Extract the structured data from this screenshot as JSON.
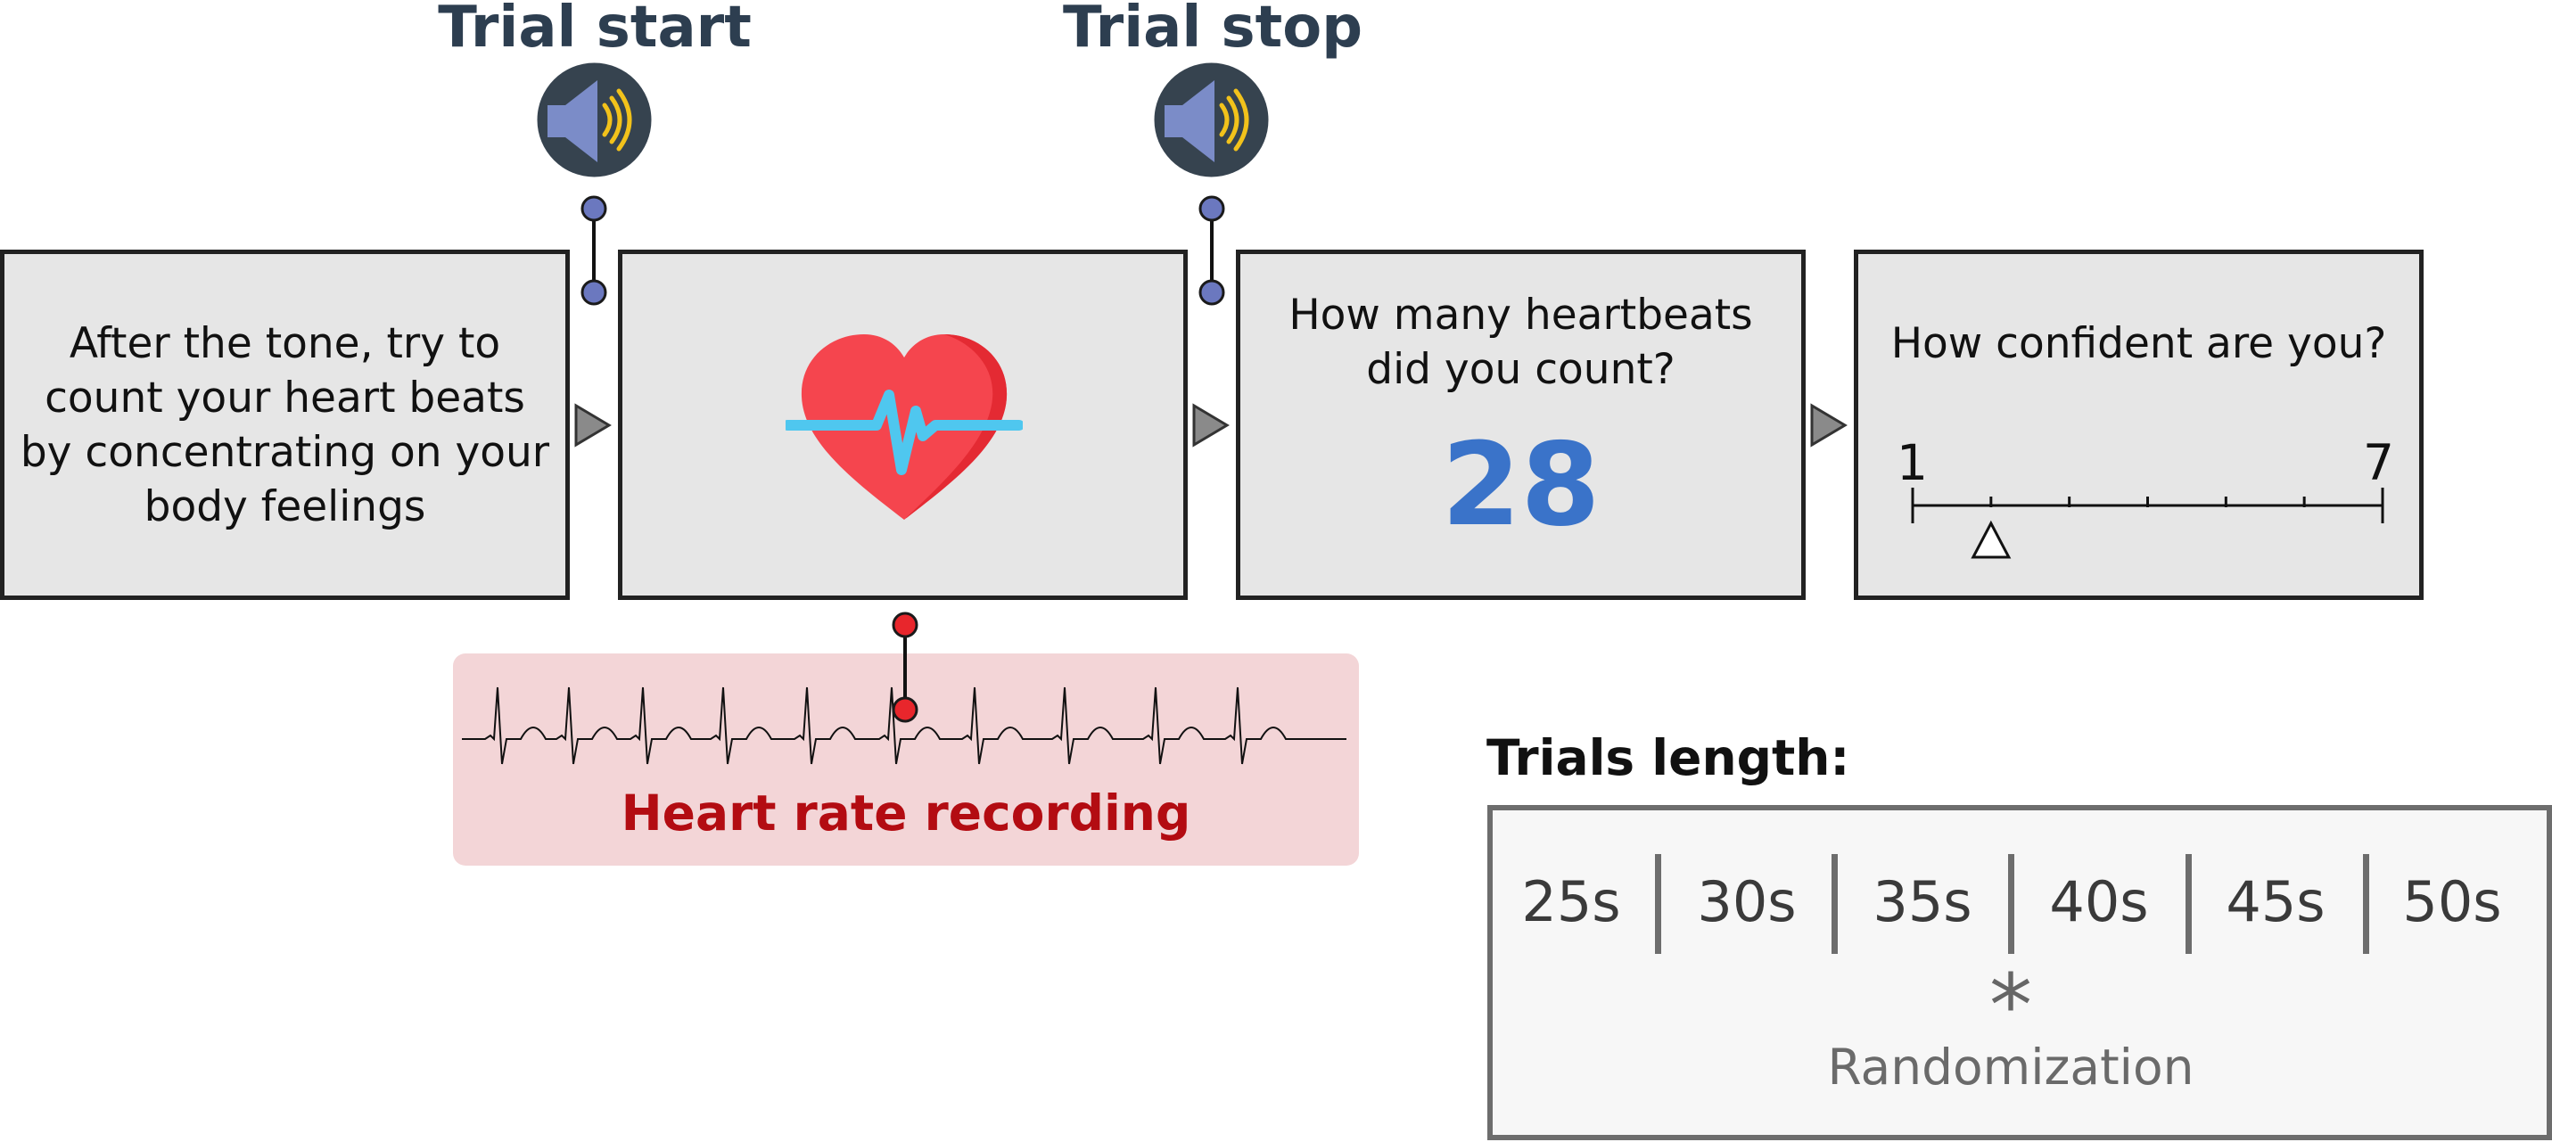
{
  "events": {
    "start_label": "Trial start",
    "stop_label": "Trial stop"
  },
  "panels": {
    "instruction_text": "After the tone, try to\ncount your heart beats\nby concentrating on your\nbody feelings",
    "count_question": "How many heartbeats\ndid you count?",
    "count_answer": "28",
    "confidence_question": "How confident are you?",
    "scale_min": "1",
    "scale_max": "7",
    "scale_selected": 2
  },
  "recording": {
    "label": "Heart rate recording"
  },
  "trials": {
    "title": "Trials length:",
    "lengths": [
      "25s",
      "30s",
      "35s",
      "40s",
      "45s",
      "50s"
    ],
    "randomization_symbol": "*",
    "randomization_label": "Randomization"
  },
  "colors": {
    "speaker_bg": "#36434f",
    "speaker_cone": "#7b8cc8",
    "sound_waves": "#f2c21b",
    "connector_blue": "#6b78bf",
    "connector_red": "#e8262c",
    "answer_blue": "#3a73c9",
    "heart_red": "#f5454e",
    "heart_line": "#4fc7ef",
    "recording_bg": "#f3d5d7",
    "recording_text": "#b30c12"
  },
  "icons": {
    "speaker": "speaker-icon",
    "heart": "heart-with-ecg-icon",
    "arrow": "triangle-right-arrow-icon"
  }
}
